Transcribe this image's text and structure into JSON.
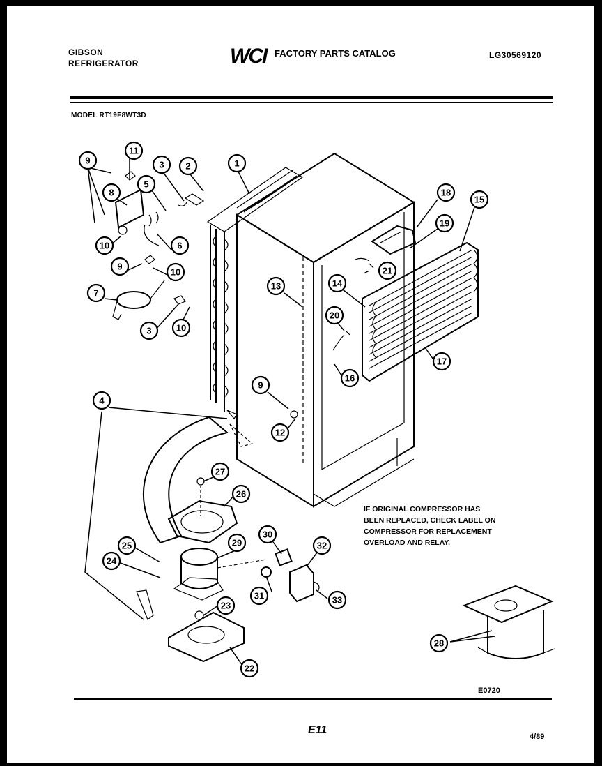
{
  "header": {
    "brand_line1": "GIBSON",
    "brand_line2": "REFRIGERATOR",
    "logo": "WCI",
    "catalog_title": "FACTORY PARTS CATALOG",
    "catalog_code": "LG30569120"
  },
  "model_line": "MODEL RT19F8WT3D",
  "note": [
    "IF ORIGINAL COMPRESSOR HAS",
    "BEEN REPLACED, CHECK LABEL ON",
    "COMPRESSOR FOR REPLACEMENT",
    "OVERLOAD AND RELAY."
  ],
  "figure_code": "E0720",
  "page_number": "E11",
  "date": "4/89",
  "callouts": [
    "1",
    "2",
    "3",
    "3",
    "4",
    "5",
    "6",
    "7",
    "8",
    "9",
    "9",
    "9",
    "10",
    "10",
    "10",
    "11",
    "12",
    "13",
    "14",
    "15",
    "16",
    "17",
    "18",
    "19",
    "20",
    "21",
    "22",
    "23",
    "24",
    "25",
    "26",
    "27",
    "28",
    "29",
    "30",
    "31",
    "32",
    "33"
  ]
}
